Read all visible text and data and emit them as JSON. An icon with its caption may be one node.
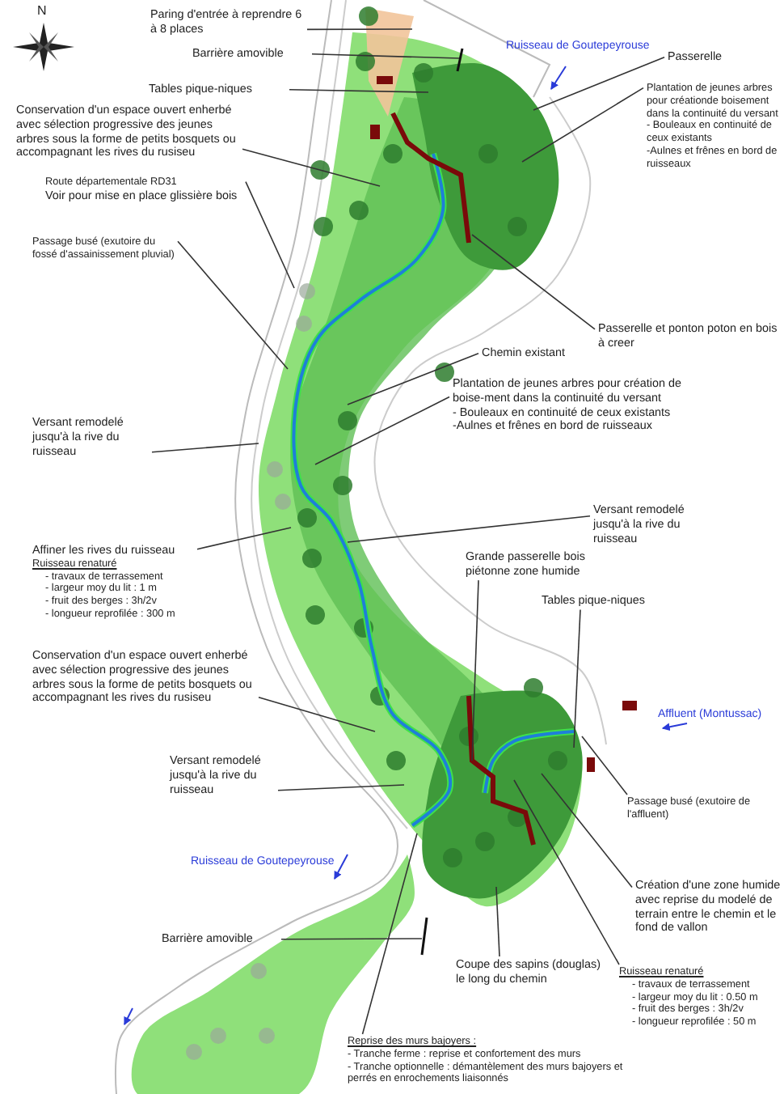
{
  "diagram": {
    "nodes": [
      {
        "text": [
          "Paring d'entrée à reprendre 6 à 8 places"
        ]
      },
      {
        "text": [
          "Barrière amovible"
        ]
      },
      {
        "text": [
          "Tables pique-niques"
        ]
      },
      {
        "text": [
          "Conservation d'un espace ouvert enherbé avec sélection progressive des jeunes arbres sous la forme de petits bosquets ou accompagnant les rives du rusiseu"
        ]
      },
      {
        "text": [
          "Route départementale RD31",
          "Voir pour mise en place glissière bois"
        ]
      },
      {
        "text": [
          "Passage busé (exutoire du fossé d'assainissement pluvial)"
        ]
      },
      {
        "text": [
          "Passerelle"
        ]
      },
      {
        "text": [
          "Plantation de jeunes arbres pour créationde boisement dans la continuité du versant",
          "- Bouleaux en continuité de ceux existants",
          "-Aulnes et frênes en bord de ruisseaux"
        ]
      },
      {
        "text": [
          "Passerelle et ponton poton en bois à creer"
        ]
      },
      {
        "text": [
          "Chemin existant"
        ]
      },
      {
        "text": [
          "Plantation de jeunes arbres pour création de boise-ment dans la continuité du versant",
          "- Bouleaux en continuité de ceux existants",
          "-Aulnes et frênes en bord de ruisseaux"
        ]
      },
      {
        "text": [
          "Versant remodelé jusqu'à la rive du ruisseau"
        ]
      },
      {
        "text": [
          "Versant remodelé jusqu'à la rive du ruisseau"
        ]
      },
      {
        "text": [
          "Affiner les rives du ruisseau",
          "Ruisseau renaturé",
          "- travaux de terrassement",
          "- largeur moy du lit : 1 m",
          "- fruit des berges : 3h/2v",
          "- longueur reprofilée : 300 m"
        ]
      },
      {
        "text": [
          "Grande passerelle bois piétonne zone humide"
        ]
      },
      {
        "text": [
          "Tables pique-niques"
        ]
      },
      {
        "text": [
          "Conservation d'un espace ouvert enherbé avec sélection progressive des jeunes arbres sous la forme de petits bosquets ou accompagnant les rives du rusiseu"
        ]
      },
      {
        "text": [
          "Versant remodelé jusqu'à la rive du ruisseau"
        ]
      },
      {
        "text": [
          "Passage busé (exutoire de l'affluent)"
        ]
      },
      {
        "text": [
          "Création d'une zone humide avec reprise du modelé de terrain entre le chemin et le fond de vallon"
        ]
      },
      {
        "text": [
          "Barrière amovible"
        ]
      },
      {
        "text": [
          "Coupe des sapins (douglas) le long du chemin"
        ]
      },
      {
        "text": [
          "Ruisseau renaturé",
          "- travaux de terrassement",
          "- largeur moy du lit : 0.50 m",
          "- fruit des berges : 3h/2v",
          "- longueur reprofilée : 50 m"
        ]
      },
      {
        "text": [
          "Reprise des murs bajoyers :",
          "- Tranche ferme : reprise et confortement des murs",
          "- Tranche optionnelle : démantèlement des murs bajoyers et perrés en enrochements liaisonnés"
        ]
      }
    ],
    "edges": [
      {
        "from": 0,
        "to": null,
        "arrow": "none"
      },
      {
        "from": 1,
        "to": null,
        "arrow": "none"
      },
      {
        "from": 2,
        "to": null,
        "arrow": "none"
      },
      {
        "from": 3,
        "to": null,
        "arrow": "none"
      },
      {
        "from": 4,
        "to": null,
        "arrow": "none"
      },
      {
        "from": 5,
        "to": null,
        "arrow": "none"
      },
      {
        "from": 6,
        "to": null,
        "arrow": "none"
      },
      {
        "from": 7,
        "to": null,
        "arrow": "none"
      },
      {
        "from": 8,
        "to": null,
        "arrow": "none"
      },
      {
        "from": 9,
        "to": null,
        "arrow": "none"
      },
      {
        "from": 10,
        "to": null,
        "arrow": "none"
      },
      {
        "from": 11,
        "to": null,
        "arrow": "none"
      },
      {
        "from": 12,
        "to": null,
        "arrow": "none"
      },
      {
        "from": 13,
        "to": null,
        "arrow": "none"
      },
      {
        "from": 14,
        "to": null,
        "arrow": "none"
      },
      {
        "from": 15,
        "to": null,
        "arrow": "none"
      },
      {
        "from": 16,
        "to": null,
        "arrow": "none"
      },
      {
        "from": 17,
        "to": null,
        "arrow": "none"
      },
      {
        "from": 18,
        "to": null,
        "arrow": "none"
      },
      {
        "from": 19,
        "to": null,
        "arrow": "none"
      },
      {
        "from": 20,
        "to": null,
        "arrow": "none"
      },
      {
        "from": 21,
        "to": null,
        "arrow": "none"
      },
      {
        "from": 22,
        "to": null,
        "arrow": "none"
      },
      {
        "from": 23,
        "to": null,
        "arrow": "none"
      }
    ],
    "labels": [
      "N",
      "Ruisseau de Goutepeyrouse",
      "Affluent (Montussac)",
      "Ruisseau de Goutepeyrouse"
    ]
  }
}
